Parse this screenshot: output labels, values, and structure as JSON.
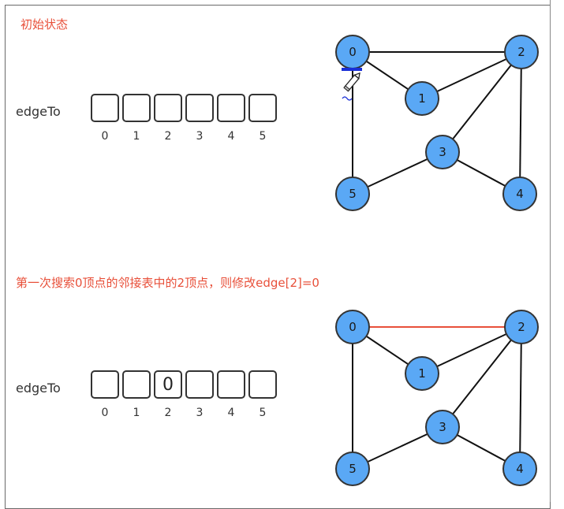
{
  "panel1": {
    "title": "初始状态",
    "array_label": "edgeTo",
    "cells": [
      "",
      "",
      "",
      "",
      "",
      ""
    ],
    "indices": [
      "0",
      "1",
      "2",
      "3",
      "4",
      "5"
    ],
    "nodes": [
      "0",
      "1",
      "2",
      "3",
      "4",
      "5"
    ],
    "highlighted_edge": null
  },
  "panel2": {
    "title": "第一次搜索0顶点的邻接表中的2顶点，则修改edge[2]=0",
    "array_label": "edgeTo",
    "cells": [
      "",
      "",
      "0",
      "",
      "",
      ""
    ],
    "indices": [
      "0",
      "1",
      "2",
      "3",
      "4",
      "5"
    ],
    "nodes": [
      "0",
      "1",
      "2",
      "3",
      "4",
      "5"
    ],
    "highlighted_edge": [
      "0",
      "2"
    ]
  },
  "colors": {
    "title": "#e8503a",
    "node_fill": "#5aa8f5",
    "node_stroke": "#333333",
    "edge": "#111111",
    "highlight_edge": "#e8503a",
    "cursor_mark": "#1a2fd6"
  }
}
